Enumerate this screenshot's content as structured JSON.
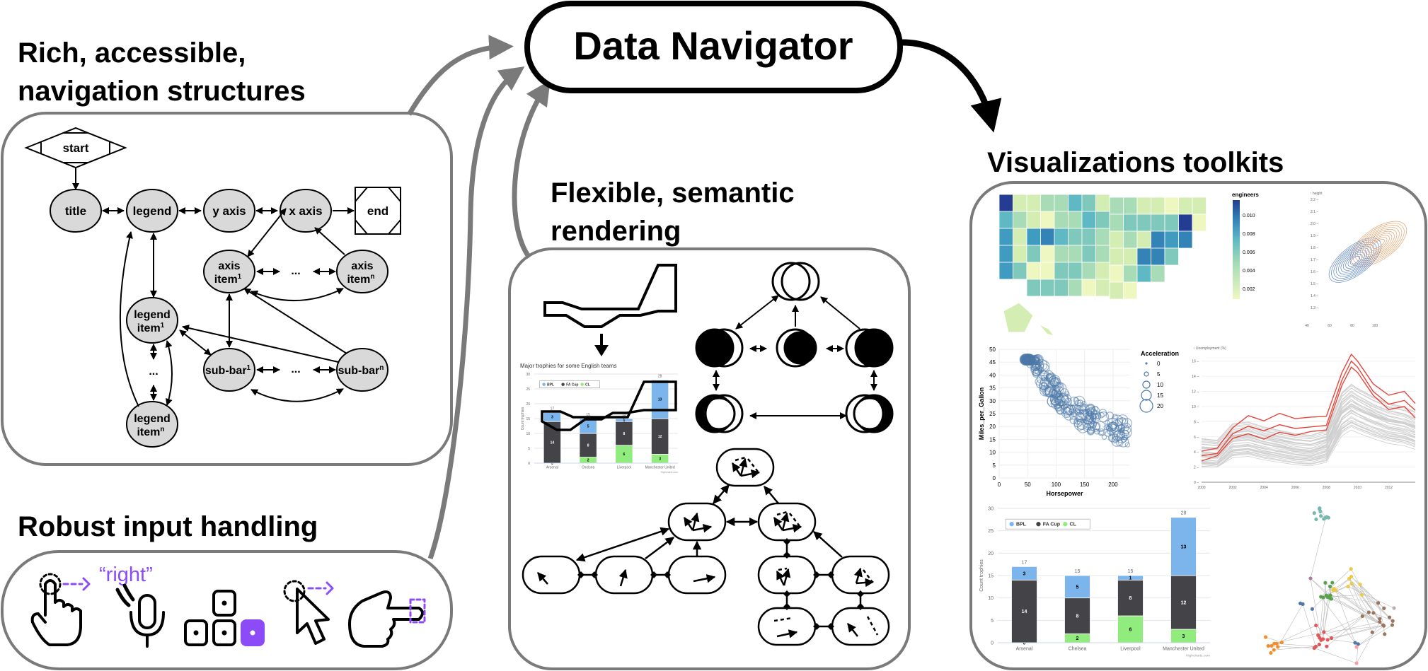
{
  "title": "Data Navigator",
  "sections": {
    "navigation": {
      "heading_line1": "Rich, accessible,",
      "heading_line2": "navigation structures"
    },
    "input": {
      "heading": "Robust input handling",
      "voice_command": "“right”"
    },
    "rendering": {
      "heading_line1": "Flexible, semantic",
      "heading_line2": "rendering"
    },
    "toolkits": {
      "heading": "Visualizations toolkits"
    }
  },
  "nav_graph": {
    "start": "start",
    "end": "end",
    "nodes": {
      "title": "title",
      "legend": "legend",
      "y_axis": "y axis",
      "x_axis": "x axis",
      "axis_item_1": [
        "axis",
        "item",
        "1"
      ],
      "axis_item_n": [
        "axis",
        "item",
        "n"
      ],
      "legend_item_1": [
        "legend",
        "item",
        "1"
      ],
      "legend_item_n": [
        "legend",
        "item",
        "n"
      ],
      "sub_bar_1": [
        "sub-bar",
        "1"
      ],
      "sub_bar_n": [
        "sub-bar",
        "n"
      ],
      "ellipsis": "..."
    }
  },
  "input_icons": [
    "touch-swipe-icon",
    "voice-microphone-icon",
    "keyboard-arrow-keys-icon",
    "mouse-pointer-icon",
    "hand-gesture-icon"
  ],
  "colors": {
    "accent_purple": "#8b4cf7",
    "connector_gray": "#7a7a7a",
    "node_fill": "#d9d9d9",
    "bpl_blue": "#7cb5ec",
    "fa_cup_dark": "#434348",
    "cl_green": "#90ed7d"
  },
  "trophy_chart": {
    "title": "Major trophies for some English teams",
    "ylabel": "Count trophies",
    "credit": "Highcharts.com",
    "legend": [
      "BPL",
      "FA Cup",
      "CL"
    ],
    "yticks": [
      "0",
      "5",
      "10",
      "15",
      "20",
      "25",
      "30"
    ]
  },
  "choropleth": {
    "legend_title": "engineers",
    "legend_ticks": [
      "0.010",
      "0.008",
      "0.006",
      "0.004",
      "0.002"
    ]
  },
  "contour": {
    "ylabel": "↑ height",
    "yticks": [
      "2.2",
      "2.1",
      "2.0",
      "1.9",
      "1.8",
      "1.7",
      "1.6",
      "1.5",
      "1.4",
      "1.3"
    ],
    "xticks": [
      "40",
      "60",
      "80",
      "100"
    ]
  },
  "scatter": {
    "xlabel": "Horsepower",
    "ylabel": "Miles_per_Gallon",
    "legend_title": "Acceleration",
    "legend_values": [
      "0",
      "5",
      "10",
      "15",
      "20"
    ],
    "xticks": [
      "0",
      "50",
      "100",
      "150",
      "200"
    ],
    "yticks": [
      "0",
      "5",
      "10",
      "15",
      "20",
      "25",
      "30",
      "35",
      "40",
      "45",
      "50"
    ]
  },
  "unemployment": {
    "ylabel": "↑ Unemployment (%)",
    "yticks": [
      "0",
      "2",
      "4",
      "6",
      "8",
      "10",
      "12",
      "14",
      "16"
    ],
    "xticks": [
      "2000",
      "2002",
      "2004",
      "2006",
      "2008",
      "2010",
      "2012"
    ]
  },
  "chart_data": [
    {
      "type": "bar",
      "stacked": true,
      "title": "Major trophies for some English teams",
      "xlabel": "",
      "ylabel": "Count trophies",
      "ylim": [
        0,
        30
      ],
      "categories": [
        "Arsenal",
        "Chelsea",
        "Liverpool",
        "Manchester United"
      ],
      "series": [
        {
          "name": "BPL",
          "values": [
            3,
            5,
            1,
            13
          ]
        },
        {
          "name": "FA Cup",
          "values": [
            14,
            8,
            8,
            12
          ]
        },
        {
          "name": "CL",
          "values": [
            0,
            2,
            6,
            3
          ]
        }
      ],
      "totals": [
        17,
        15,
        15,
        28
      ],
      "legend_position": "top-left",
      "credit": "Highcharts.com"
    },
    {
      "type": "scatter",
      "title": "",
      "xlabel": "Horsepower",
      "ylabel": "Miles_per_Gallon",
      "xlim": [
        0,
        230
      ],
      "ylim": [
        0,
        50
      ],
      "size_legend": {
        "title": "Acceleration",
        "values": [
          0,
          5,
          10,
          15,
          20
        ]
      },
      "points_note": "dense cloud: mpg falls from ~45 at 50hp to ~12 at 220hp"
    },
    {
      "type": "line",
      "xlabel": "",
      "ylabel": "Unemployment (%)",
      "xlim": [
        2000,
        2013.7
      ],
      "ylim": [
        0,
        17
      ],
      "highlighted_series": [
        {
          "name": "highlight-1",
          "x": [
            2000,
            2001,
            2002,
            2003,
            2004,
            2005,
            2006,
            2007,
            2008,
            2009,
            2009.6,
            2010,
            2011,
            2012,
            2013,
            2013.7
          ],
          "values": [
            4.1,
            4.5,
            7.2,
            8.8,
            8.1,
            9.1,
            8.4,
            8.6,
            8.7,
            14.5,
            16.9,
            16.0,
            13.0,
            11.5,
            12.0,
            10.4
          ]
        },
        {
          "name": "highlight-2",
          "x": [
            2000,
            2001,
            2002,
            2003,
            2004,
            2005,
            2006,
            2007,
            2008,
            2009,
            2009.6,
            2010,
            2011,
            2012,
            2013,
            2013.7
          ],
          "values": [
            3.5,
            3.8,
            6.4,
            7.4,
            6.8,
            7.6,
            7.1,
            7.3,
            7.5,
            13.5,
            16.0,
            15.2,
            12.0,
            10.3,
            10.8,
            9.5
          ]
        },
        {
          "name": "highlight-3",
          "x": [
            2000,
            2001,
            2002,
            2003,
            2004,
            2005,
            2006,
            2007,
            2008,
            2009,
            2009.6,
            2010,
            2011,
            2012,
            2013,
            2013.7
          ],
          "values": [
            2.8,
            3.5,
            5.8,
            6.4,
            5.7,
            6.6,
            6.2,
            6.7,
            6.9,
            12.8,
            15.2,
            14.5,
            11.5,
            9.6,
            10.0,
            8.5
          ]
        }
      ],
      "background_series_note": "~50 gray lines between 2 and 12.5"
    }
  ]
}
